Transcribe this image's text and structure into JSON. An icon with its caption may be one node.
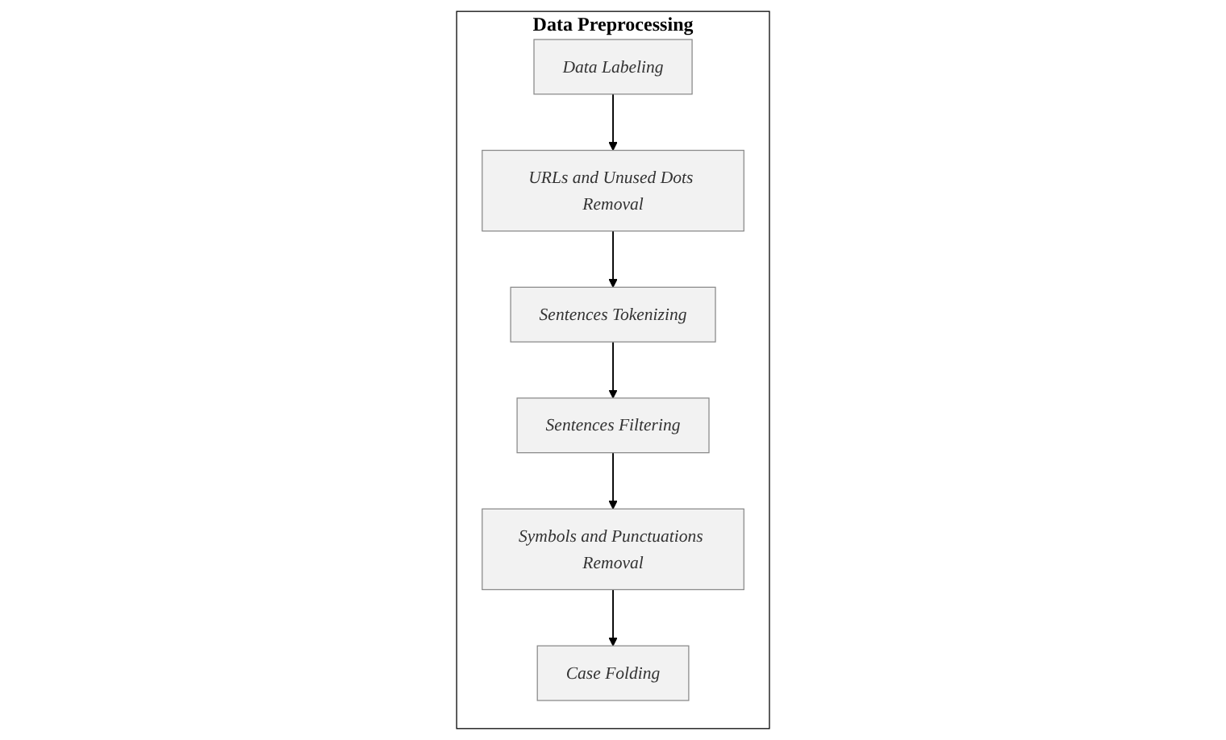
{
  "diagram": {
    "nodes": [
      {
        "text": [
          "Data Preprocessing"
        ]
      },
      {
        "text": [
          "Data Labeling"
        ],
        "in": 0
      },
      {
        "text": [
          "URLs and Unused Dots Removal"
        ],
        "in": 0
      },
      {
        "text": [
          "Sentences Tokenizing"
        ],
        "in": 0
      },
      {
        "text": [
          "Sentences Filtering"
        ],
        "in": 0
      },
      {
        "text": [
          "Symbols and Punctuations Removal"
        ],
        "in": 0
      },
      {
        "text": [
          "Case Folding"
        ],
        "in": 0
      }
    ],
    "edges": [
      {
        "from": 1,
        "to": 2,
        "arrow": "to"
      },
      {
        "from": 2,
        "to": 3,
        "arrow": "to"
      },
      {
        "from": 3,
        "to": 4,
        "arrow": "to"
      },
      {
        "from": 4,
        "to": 5,
        "arrow": "to"
      },
      {
        "from": 5,
        "to": 6,
        "arrow": "to"
      }
    ]
  }
}
